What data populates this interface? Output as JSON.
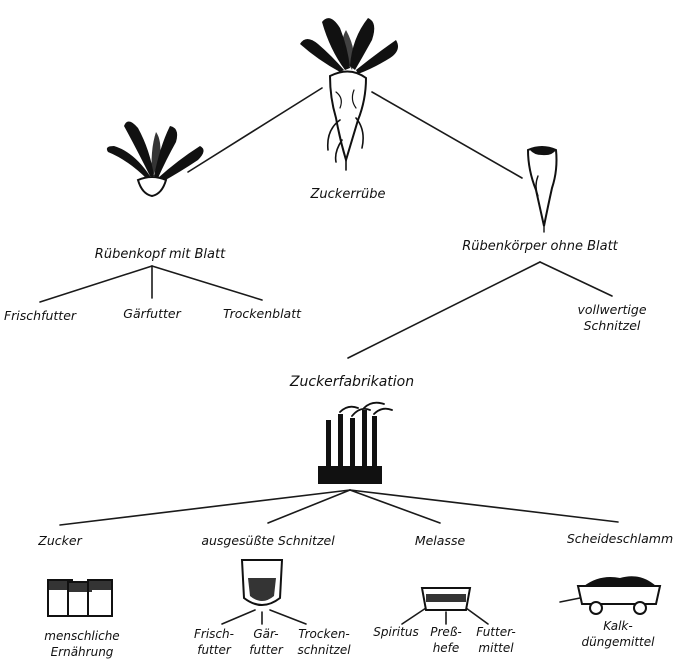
{
  "root": {
    "label": "Zuckerrübe"
  },
  "branches": {
    "left": {
      "label": "Rübenkopf mit Blatt",
      "products": [
        "Frischfutter",
        "Gärfutter",
        "Trockenblatt"
      ]
    },
    "right": {
      "label": "Rübenkörper ohne Blatt",
      "products_line1": "vollwertige",
      "products_line2": "Schnitzel"
    }
  },
  "factory": {
    "label": "Zuckerfabrikation"
  },
  "outputs": {
    "zucker": {
      "label": "Zucker",
      "use_line1": "menschliche",
      "use_line2": "Ernährung"
    },
    "schnitzel": {
      "label": "ausgesüßte Schnitzel",
      "uses": [
        {
          "line1": "Frisch-",
          "line2": "futter"
        },
        {
          "line1": "Gär-",
          "line2": "futter"
        },
        {
          "line1": "Trocken-",
          "line2": "schnitzel"
        }
      ]
    },
    "melasse": {
      "label": "Melasse",
      "uses": [
        {
          "line1": "Spiritus",
          "line2": ""
        },
        {
          "line1": "Preß-",
          "line2": "hefe"
        },
        {
          "line1": "Futter-",
          "line2": "mittel"
        }
      ]
    },
    "scheideschlamm": {
      "label": "Scheideschlamm",
      "use_line1": "Kalk-",
      "use_line2": "düngemittel"
    }
  }
}
